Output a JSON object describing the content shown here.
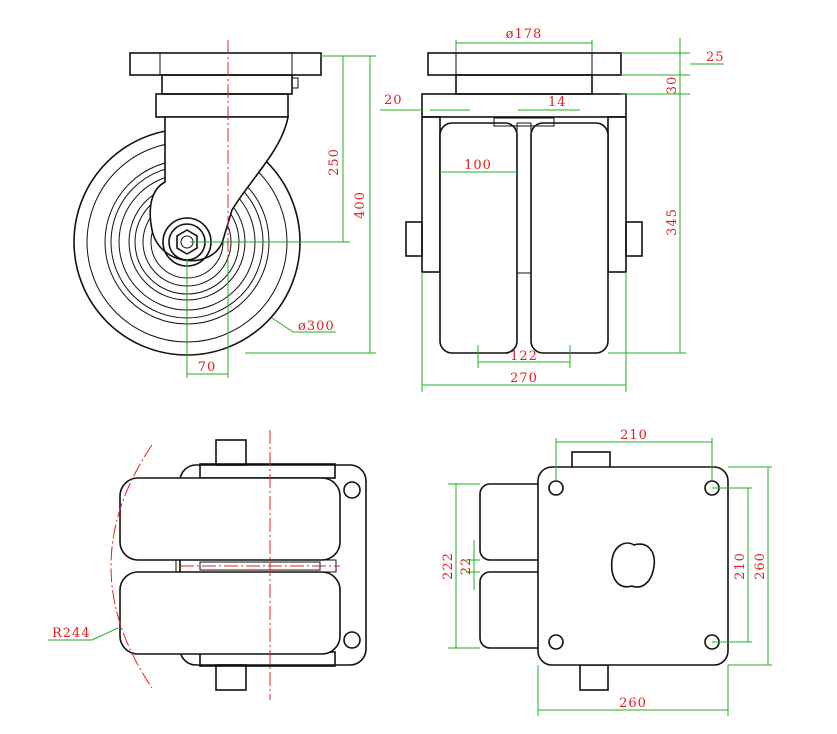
{
  "colors": {
    "outline": "#111111",
    "dimension_line": "#21b021",
    "dimension_text": "#e02020",
    "centerline": "#e02020"
  },
  "side_view": {
    "dim_height_total": "400",
    "dim_axle_to_plate": "250",
    "dim_wheel_diameter": "ø300",
    "dim_offset": "70"
  },
  "front_view": {
    "dim_plate_hole_spacing": "ø178",
    "dim_plate_thickness_a": "25",
    "dim_plate_thickness_b": "30",
    "dim_fork_offset": "20",
    "dim_gap": "14",
    "dim_wheel_width": "100",
    "dim_height": "345",
    "dim_wheel_spacing": "122",
    "dim_overall_width": "270"
  },
  "bottom_view": {
    "dim_swivel_radius": "R244"
  },
  "top_view": {
    "dim_hole_spacing_x": "210",
    "dim_plate_height_outer": "222",
    "dim_wheel_gap": "22",
    "dim_hole_spacing_y": "210",
    "dim_plate_size_y": "260",
    "dim_plate_size_x": "260"
  }
}
